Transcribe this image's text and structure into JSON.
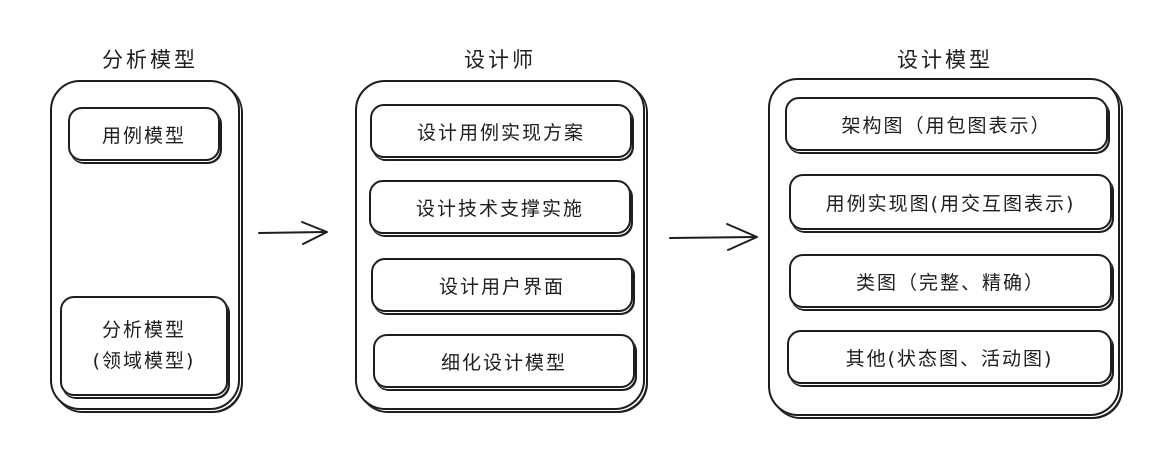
{
  "analysis": {
    "title": "分析模型",
    "use_case": "用例模型",
    "domain_line1": "分析模型",
    "domain_line2": "(领域模型)"
  },
  "designer": {
    "title": "设计师",
    "items": [
      "设计用例实现方案",
      "设计技术支撑实施",
      "设计用户界面",
      "细化设计模型"
    ]
  },
  "design_model": {
    "title": "设计模型",
    "items": [
      "架构图（用包图表示）",
      "用例实现图(用交互图表示)",
      "类图（完整、精确）",
      "其他(状态图、活动图)"
    ]
  }
}
